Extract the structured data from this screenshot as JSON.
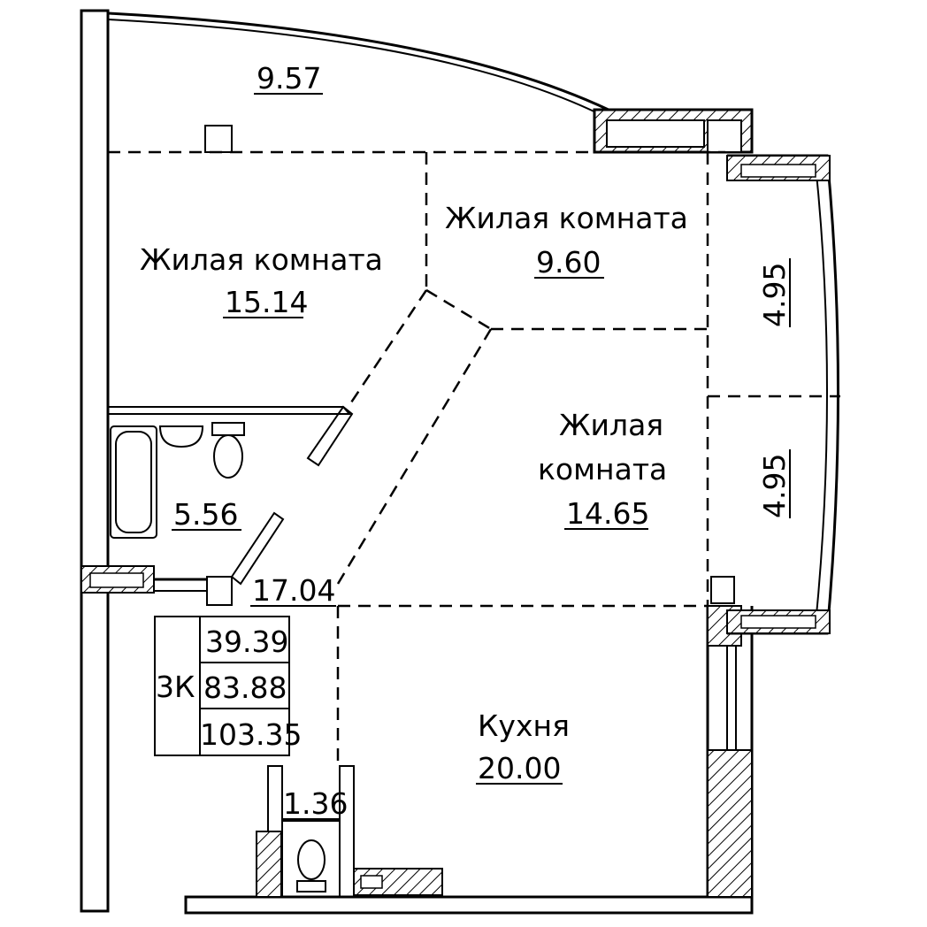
{
  "rooms": {
    "balcony_top": {
      "area": "9.57"
    },
    "living_1": {
      "name": "Жилая комната",
      "area": "15.14"
    },
    "living_2": {
      "name": "Жилая комната",
      "area": "9.60"
    },
    "living_3": {
      "name_line1": "Жилая",
      "name_line2": "комната",
      "area": "14.65"
    },
    "bathroom": {
      "area": "5.56"
    },
    "hallway": {
      "area": "17.04"
    },
    "kitchen": {
      "name": "Кухня",
      "area": "20.00"
    },
    "wc": {
      "area": "1.36"
    },
    "loggia_upper": {
      "area": "4.95"
    },
    "loggia_lower": {
      "area": "4.95"
    }
  },
  "summary": {
    "type": "3К",
    "living_area": "39.39",
    "total_area": "83.88",
    "total_with_loggias": "103.35"
  }
}
